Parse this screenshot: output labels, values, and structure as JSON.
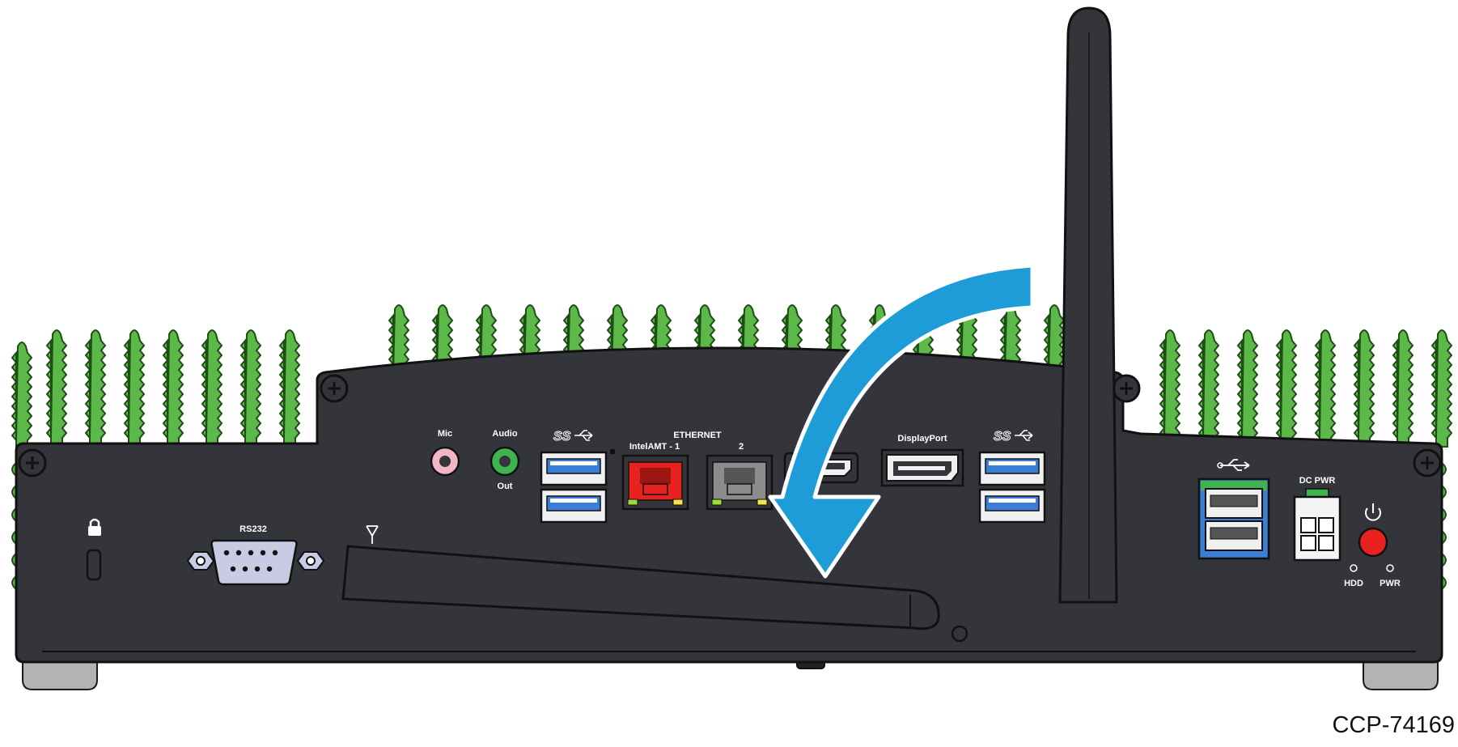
{
  "labels": {
    "mic": "Mic",
    "audio": "Audio",
    "out": "Out",
    "ethernet": "ETHERNET",
    "intel_amt": "IntelAMT  -  1",
    "port2": "2",
    "displayport": "DisplayPort",
    "rs232": "RS232",
    "dc_pwr": "DC  PWR",
    "hdd": "HDD",
    "pwr": "PWR",
    "ss_left": "SS",
    "ss_right": "SS"
  },
  "figure_id": "CCP-74169",
  "colors": {
    "chassis": "#33353a",
    "fins": "#5cb848",
    "arrow": "#1e9cd8",
    "ethernet1": "#e8231f",
    "usb_blue": "#3a7fd5",
    "power_button": "#e8231f",
    "mic_jack": "#f2b6c6",
    "audio_jack": "#3fb34f"
  }
}
